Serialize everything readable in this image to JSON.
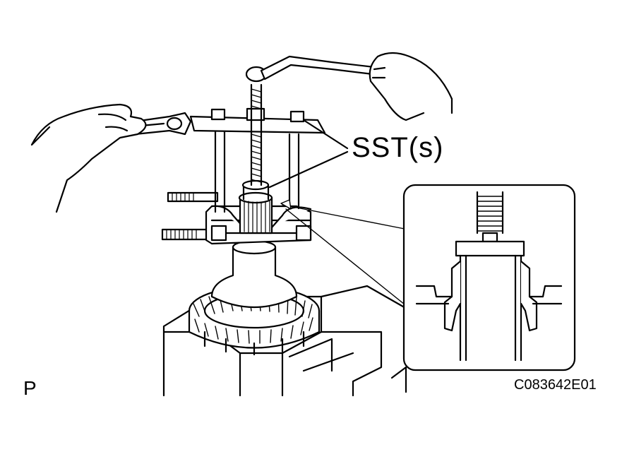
{
  "labels": {
    "callout": "SST(s)",
    "view_letter": "P",
    "figure_code": "C083642E01"
  },
  "colors": {
    "line": "#000000",
    "fill": "#ffffff"
  }
}
